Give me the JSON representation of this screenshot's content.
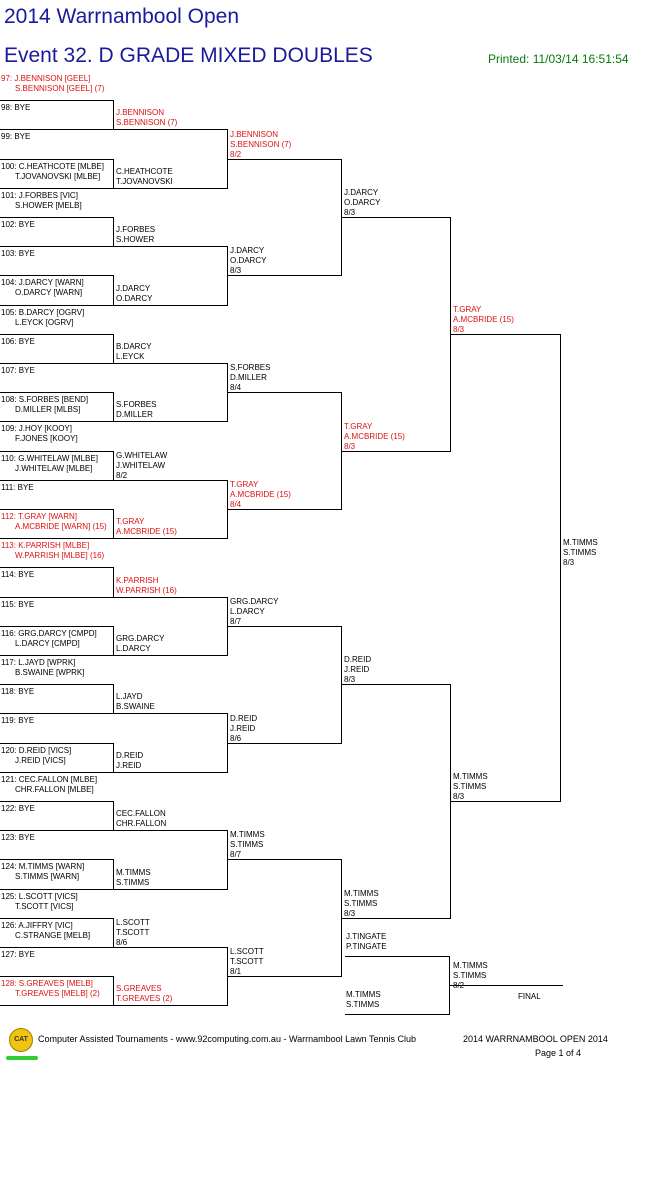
{
  "header": {
    "tournament": "2014 Warrnambool Open",
    "event": "Event 32. D GRADE MIXED DOUBLES",
    "printed": "Printed: 11/03/14 16:51:54"
  },
  "draw": [
    {
      "label": "97: J.BENNISON [GEEL]",
      "line2": "S.BENNISON [GEEL] (7)",
      "red": true
    },
    {
      "label": "98: BYE"
    },
    {
      "label": "99: BYE"
    },
    {
      "label": "100: C.HEATHCOTE [MLBE]",
      "line2": "T.JOVANOVSKI [MLBE]"
    },
    {
      "label": "101: J.FORBES [VIC]",
      "line2": "S.HOWER [MELB]"
    },
    {
      "label": "102: BYE"
    },
    {
      "label": "103: BYE"
    },
    {
      "label": "104: J.DARCY [WARN]",
      "line2": "O.DARCY [WARN]"
    },
    {
      "label": "105: B.DARCY [OGRV]",
      "line2": "L.EYCK [OGRV]"
    },
    {
      "label": "106: BYE"
    },
    {
      "label": "107: BYE"
    },
    {
      "label": "108: S.FORBES [BEND]",
      "line2": "D.MILLER [MLBS]"
    },
    {
      "label": "109: J.HOY [KOOY]",
      "line2": "F.JONES [KOOY]"
    },
    {
      "label": "110: G.WHITELAW [MLBE]",
      "line2": "J.WHITELAW [MLBE]"
    },
    {
      "label": "111: BYE"
    },
    {
      "label": "112: T.GRAY [WARN]",
      "line2": "A.MCBRIDE [WARN] (15)",
      "red": true
    },
    {
      "label": "113: K.PARRISH [MLBE]",
      "line2": "W.PARRISH [MLBE] (16)",
      "red": true
    },
    {
      "label": "114: BYE"
    },
    {
      "label": "115: BYE"
    },
    {
      "label": "116: GRG.DARCY [CMPD]",
      "line2": "L.DARCY [CMPD]"
    },
    {
      "label": "117: L.JAYD [WPRK]",
      "line2": "B.SWAINE [WPRK]"
    },
    {
      "label": "118: BYE"
    },
    {
      "label": "119: BYE"
    },
    {
      "label": "120: D.REID [VICS]",
      "line2": "J.REID [VICS]"
    },
    {
      "label": "121: CEC.FALLON [MLBE]",
      "line2": "CHR.FALLON [MLBE]"
    },
    {
      "label": "122: BYE"
    },
    {
      "label": "123: BYE"
    },
    {
      "label": "124: M.TIMMS [WARN]",
      "line2": "S.TIMMS [WARN]"
    },
    {
      "label": "125: L.SCOTT [VICS]",
      "line2": "T.SCOTT [VICS]"
    },
    {
      "label": "126: A.JIFFRY [VIC]",
      "line2": "C.STRANGE [MELB]"
    },
    {
      "label": "127: BYE"
    },
    {
      "label": "128: S.GREAVES [MELB]",
      "line2": "T.GREAVES [MELB] (2)",
      "red": true
    }
  ],
  "round2": [
    {
      "line1": "J.BENNISON",
      "line2": "S.BENNISON (7)",
      "red": true
    },
    {
      "line1": "C.HEATHCOTE",
      "line2": "T.JOVANOVSKI"
    },
    {
      "line1": "J.FORBES",
      "line2": "S.HOWER"
    },
    {
      "line1": "J.DARCY",
      "line2": "O.DARCY"
    },
    {
      "line1": "B.DARCY",
      "line2": "L.EYCK"
    },
    {
      "line1": "S.FORBES",
      "line2": "D.MILLER"
    },
    {
      "line1": "G.WHITELAW",
      "line2": "J.WHITELAW",
      "score": "8/2"
    },
    {
      "line1": "T.GRAY",
      "line2": "A.MCBRIDE (15)",
      "red": true
    },
    {
      "line1": "K.PARRISH",
      "line2": "W.PARRISH (16)",
      "red": true
    },
    {
      "line1": "GRG.DARCY",
      "line2": "L.DARCY"
    },
    {
      "line1": "L.JAYD",
      "line2": "B.SWAINE"
    },
    {
      "line1": "D.REID",
      "line2": "J.REID"
    },
    {
      "line1": "CEC.FALLON",
      "line2": "CHR.FALLON"
    },
    {
      "line1": "M.TIMMS",
      "line2": "S.TIMMS"
    },
    {
      "line1": "L.SCOTT",
      "line2": "T.SCOTT",
      "score": "8/6"
    },
    {
      "line1": "S.GREAVES",
      "line2": "T.GREAVES (2)",
      "red": true
    }
  ],
  "round3": [
    {
      "line1": "J.BENNISON",
      "line2": "S.BENNISON (7)",
      "score": "8/2",
      "red": true
    },
    {
      "line1": "J.DARCY",
      "line2": "O.DARCY",
      "score": "8/3"
    },
    {
      "line1": "S.FORBES",
      "line2": "D.MILLER",
      "score": "8/4"
    },
    {
      "line1": "T.GRAY",
      "line2": "A.MCBRIDE (15)",
      "score": "8/4",
      "red": true
    },
    {
      "line1": "GRG.DARCY",
      "line2": "L.DARCY",
      "score": "8/7"
    },
    {
      "line1": "D.REID",
      "line2": "J.REID",
      "score": "8/6"
    },
    {
      "line1": "M.TIMMS",
      "line2": "S.TIMMS",
      "score": "8/7"
    },
    {
      "line1": "L.SCOTT",
      "line2": "T.SCOTT",
      "score": "8/1"
    }
  ],
  "round4": [
    {
      "line1": "J.DARCY",
      "line2": "O.DARCY",
      "score": "8/3"
    },
    {
      "line1": "T.GRAY",
      "line2": "A.MCBRIDE (15)",
      "score": "8/3",
      "red": true
    },
    {
      "line1": "D.REID",
      "line2": "J.REID",
      "score": "8/3"
    },
    {
      "line1": "M.TIMMS",
      "line2": "S.TIMMS",
      "score": "8/3"
    }
  ],
  "round5": [
    {
      "line1": "T.GRAY",
      "line2": "A.MCBRIDE (15)",
      "score": "8/3",
      "red": true
    },
    {
      "line1": "M.TIMMS",
      "line2": "S.TIMMS",
      "score": "8/3"
    }
  ],
  "round6": [
    {
      "line1": "M.TIMMS",
      "line2": "S.TIMMS",
      "score": "8/3"
    }
  ],
  "semis": {
    "top": {
      "line1": "J.TINGATE",
      "line2": "P.TINGATE"
    },
    "bottom": {
      "line1": "M.TIMMS",
      "line2": "S.TIMMS"
    },
    "winner": {
      "line1": "M.TIMMS",
      "line2": "S.TIMMS",
      "score": "8/2"
    },
    "final_label": "FINAL"
  },
  "footer": {
    "logo_text": "CAT",
    "credit": "Computer Assisted Tournaments - www.92computing.com.au  -  Warrnambool Lawn Tennis Club",
    "event_name": "2014 WARRNAMBOOL OPEN 2014",
    "page": "Page 1 of 4"
  }
}
